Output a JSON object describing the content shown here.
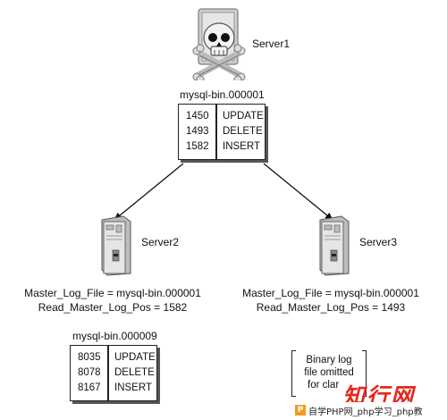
{
  "server1": {
    "name": "Server1",
    "binlog_name": "mysql-bin.000001",
    "events": [
      {
        "pos": "1450",
        "op": "UPDATE"
      },
      {
        "pos": "1493",
        "op": "DELETE"
      },
      {
        "pos": "1582",
        "op": "INSERT"
      }
    ]
  },
  "server2": {
    "name": "Server2",
    "master_log_file": "Master_Log_File = mysql-bin.000001",
    "read_master_log_pos": "Read_Master_Log_Pos = 1582",
    "binlog_name": "mysql-bin.000009",
    "events": [
      {
        "pos": "8035",
        "op": "UPDATE"
      },
      {
        "pos": "8078",
        "op": "DELETE"
      },
      {
        "pos": "8167",
        "op": "INSERT"
      }
    ]
  },
  "server3": {
    "name": "Server3",
    "master_log_file": "Master_Log_File = mysql-bin.000001",
    "read_master_log_pos": "Read_Master_Log_Pos = 1493",
    "omitted_lines": [
      "Binary log",
      "file omitted",
      "for clar"
    ]
  },
  "watermark": {
    "logo_text": "知行网",
    "footer_text": "自学PHP网_php学习_php教",
    "colors": {
      "logo": "#e8261c",
      "footer_bg": "#ffffff",
      "badge": "#f29a1f"
    }
  }
}
